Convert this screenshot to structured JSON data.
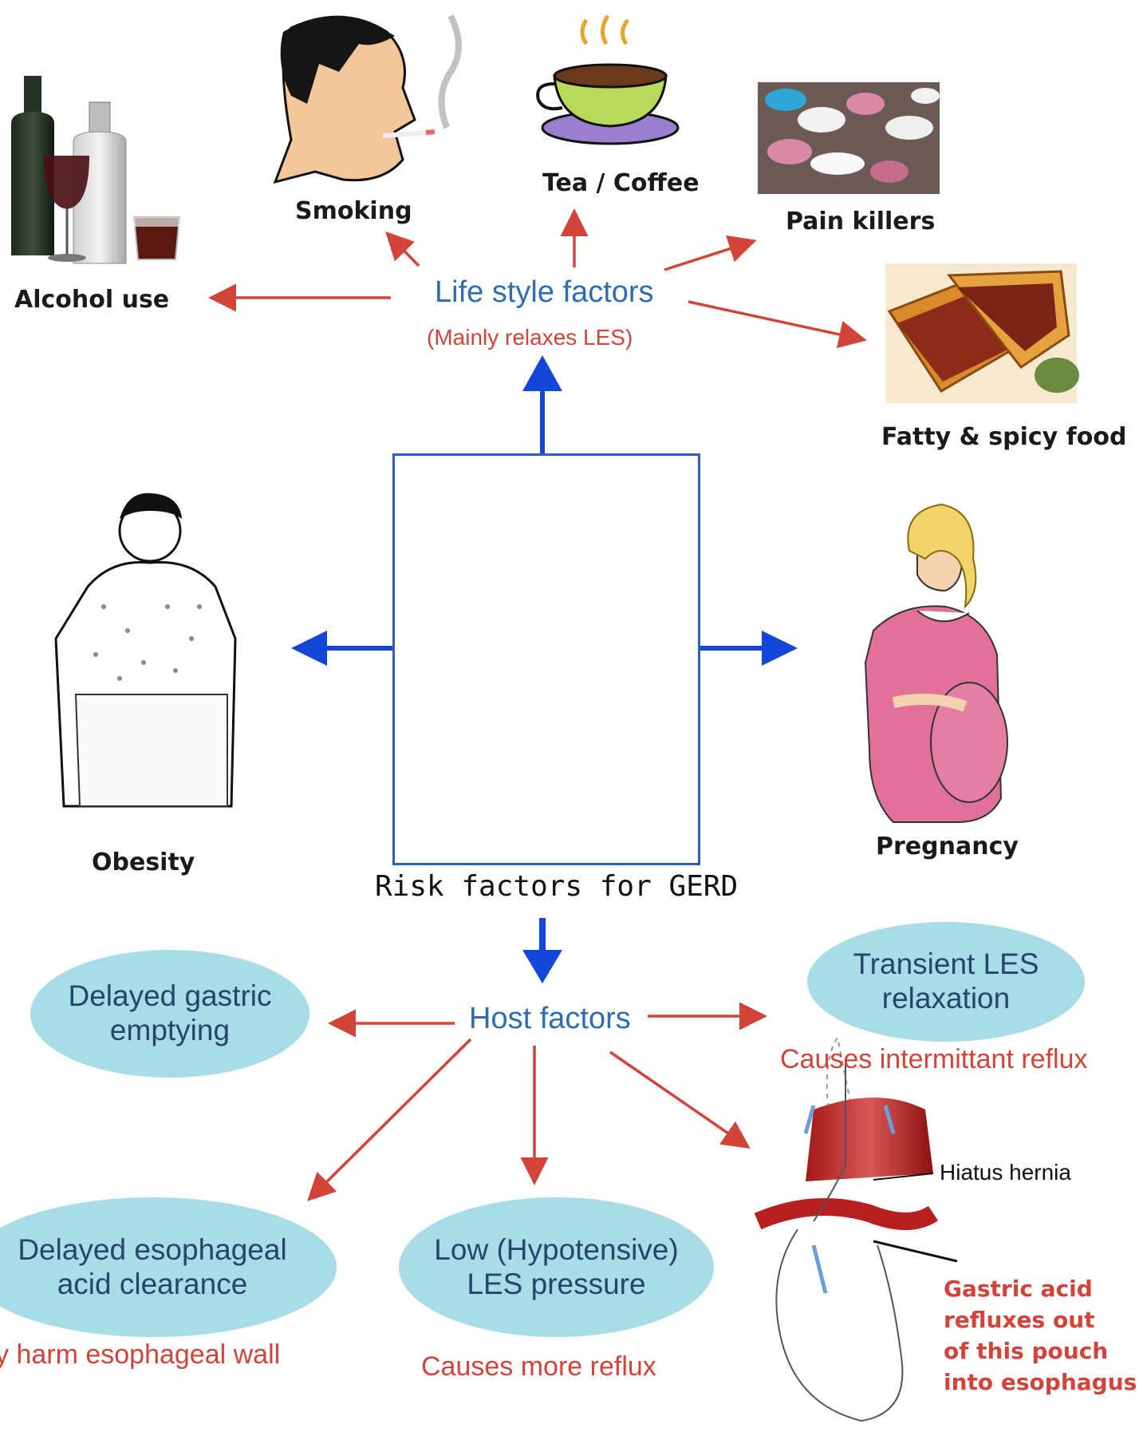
{
  "center": {
    "caption": "Risk factors for GERD"
  },
  "lifestyle": {
    "title": "Life style factors",
    "subtitle": "(Mainly relaxes LES)",
    "items": [
      {
        "label": "Alcohol use",
        "icon": "alcohol-bottles-icon"
      },
      {
        "label": "Smoking",
        "icon": "smoking-man-icon"
      },
      {
        "label": "Tea / Coffee",
        "icon": "tea-cup-icon"
      },
      {
        "label": "Pain killers",
        "icon": "pills-icon"
      },
      {
        "label": "Fatty & spicy food",
        "icon": "sandwich-icon"
      }
    ]
  },
  "side_factors": {
    "left": {
      "label": "Obesity",
      "icon": "obese-man-icon"
    },
    "right": {
      "label": "Pregnancy",
      "icon": "pregnant-woman-icon"
    }
  },
  "host": {
    "title": "Host factors",
    "ovals": {
      "delayed_gastric": [
        "Delayed gastric",
        "emptying"
      ],
      "transient_les": [
        "Transient LES",
        "relaxation"
      ],
      "delayed_esophageal": [
        "Delayed esophageal",
        "acid clearance"
      ],
      "low_les": [
        "Low (Hypotensive)",
        "LES pressure"
      ]
    },
    "notes": {
      "transient_les": "Causes intermittant reflux",
      "delayed_esophageal": "y harm esophageal wall",
      "low_les": "Causes more reflux"
    },
    "hernia": {
      "label": "Hiatus hernia",
      "note_lines": [
        "Gastric acid",
        "refluxes out",
        "of this pouch",
        "into esophagus"
      ]
    }
  },
  "colors": {
    "blue_arrow": "#1446d8",
    "red_arrow": "#d2443a",
    "oval_fill": "#a8dde8",
    "title_blue": "#2f6db0"
  }
}
